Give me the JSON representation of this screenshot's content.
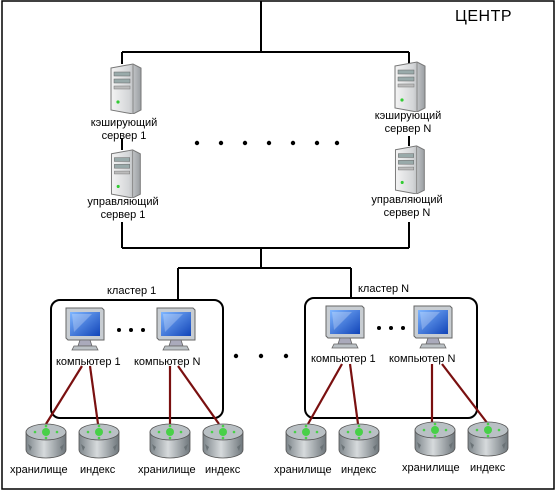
{
  "title": "ЦЕНТР",
  "servers": {
    "caching_left": [
      "кэширующий",
      "сервер 1"
    ],
    "caching_right": [
      "кэширующий",
      "сервер N"
    ],
    "managing_left": [
      "управляющий",
      "сервер 1"
    ],
    "managing_right": [
      "управляющий",
      "сервер N"
    ]
  },
  "clusters": [
    {
      "label": "кластер 1",
      "computers": [
        "компьютер 1",
        "компьютер N"
      ]
    },
    {
      "label": "кластер N",
      "computers": [
        "компьютер 1",
        "компьютер N"
      ]
    }
  ],
  "storage_labels": {
    "storage": "хранилище",
    "index": "индекс"
  },
  "colors": {
    "line": "#000000",
    "link": "#7a1010",
    "screen": "#1a66d6",
    "disk": "#9aa3a8",
    "disk_light": "#48d048"
  },
  "icons": [
    "server-icon",
    "computer-icon",
    "storage-disk-icon",
    "index-disk-icon"
  ]
}
